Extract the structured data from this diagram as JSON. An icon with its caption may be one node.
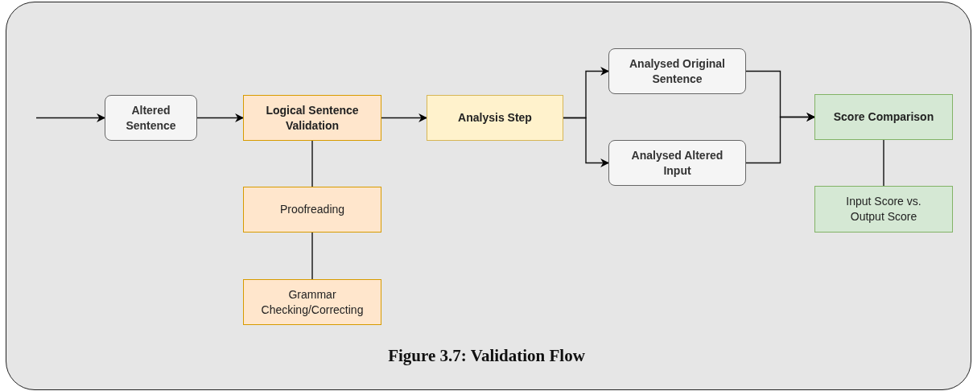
{
  "diagram": {
    "caption": "Figure 3.7: Validation Flow",
    "nodes": [
      {
        "text": [
          "Altered Sentence"
        ]
      },
      {
        "text": [
          "Logical Sentence Validation"
        ]
      },
      {
        "text": [
          "Proofreading"
        ]
      },
      {
        "text": [
          "Grammar Checking/Correcting"
        ]
      },
      {
        "text": [
          "Analysis Step"
        ]
      },
      {
        "text": [
          "Analysed Original Sentence"
        ]
      },
      {
        "text": [
          "Analysed Altered Input"
        ]
      },
      {
        "text": [
          "Score Comparison"
        ]
      },
      {
        "text": [
          "Input Score vs. Output Score"
        ]
      }
    ],
    "edges": [
      {
        "from": null,
        "to": 0,
        "arrow": "to"
      },
      {
        "from": 0,
        "to": 1,
        "arrow": "to"
      },
      {
        "from": 1,
        "to": 4,
        "arrow": "to"
      },
      {
        "from": 4,
        "to": 5,
        "arrow": "to"
      },
      {
        "from": 4,
        "to": 6,
        "arrow": "to"
      },
      {
        "from": 5,
        "to": 7,
        "arrow": "to"
      },
      {
        "from": 6,
        "to": 7,
        "arrow": "to"
      },
      {
        "from": 1,
        "to": 2,
        "arrow": "none"
      },
      {
        "from": 2,
        "to": 3,
        "arrow": "none"
      },
      {
        "from": 7,
        "to": 8,
        "arrow": "none"
      }
    ]
  }
}
